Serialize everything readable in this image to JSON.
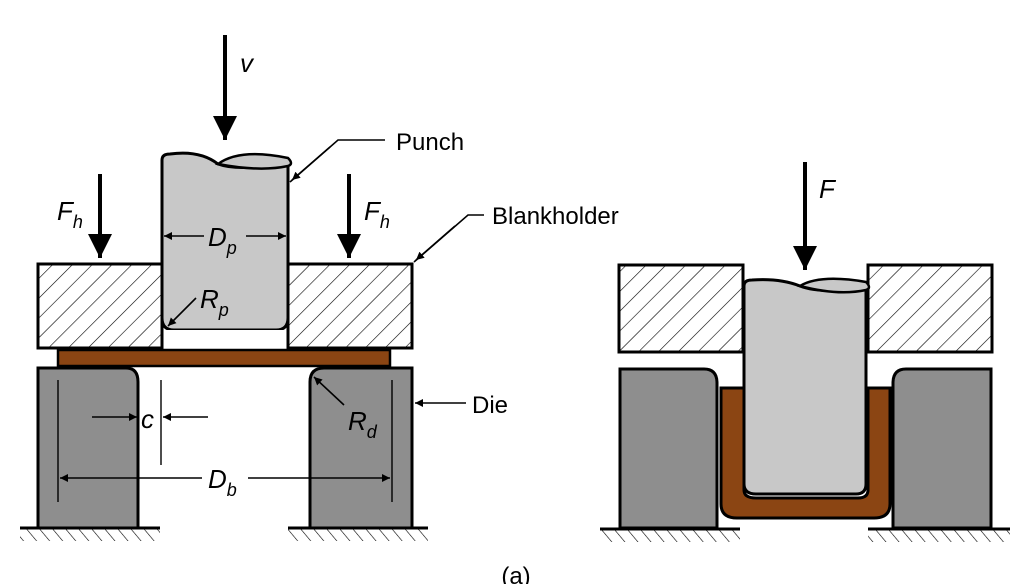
{
  "figure": {
    "caption": "(a)",
    "colors": {
      "punch": "#c8c8c8",
      "die": "#8e8e8e",
      "blank": "#8b4513",
      "outline": "#000000",
      "hatch_bg": "#ffffff"
    }
  },
  "left_view": {
    "velocity": {
      "symbol": "v"
    },
    "holder_force_left": {
      "symbol": "F",
      "subscript": "h"
    },
    "holder_force_right": {
      "symbol": "F",
      "subscript": "h"
    },
    "punch_diameter": {
      "symbol": "D",
      "subscript": "p"
    },
    "punch_radius": {
      "symbol": "R",
      "subscript": "p"
    },
    "die_radius": {
      "symbol": "R",
      "subscript": "d"
    },
    "clearance": {
      "symbol": "c"
    },
    "blank_diameter": {
      "symbol": "D",
      "subscript": "b"
    },
    "labels": {
      "punch": "Punch",
      "blankholder": "Blankholder",
      "die": "Die"
    }
  },
  "right_view": {
    "force": {
      "symbol": "F"
    }
  }
}
